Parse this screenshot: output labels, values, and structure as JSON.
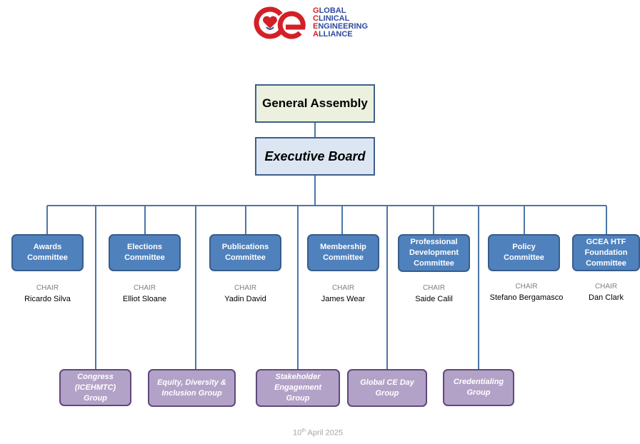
{
  "logo": {
    "mark": "ce",
    "lines": [
      "GLOBAL",
      "CLINICAL",
      "ENGINEERING",
      "ALLIANCE"
    ]
  },
  "general_assembly": "General Assembly",
  "executive_board": "Executive Board",
  "chair_label": "CHAIR",
  "committees": [
    {
      "name": "Awards Committee",
      "chair": "Ricardo Silva"
    },
    {
      "name": "Elections Committee",
      "chair": "Elliot Sloane"
    },
    {
      "name": "Publications Committee",
      "chair": "Yadin David"
    },
    {
      "name": "Membership Committee",
      "chair": "James Wear"
    },
    {
      "name": "Professional Development Committee",
      "chair": "Saide Calil"
    },
    {
      "name": "Policy Committee",
      "chair": "Stefano Bergamasco"
    },
    {
      "name": "GCEA HTF Foundation Committee",
      "chair": "Dan Clark"
    }
  ],
  "groups": [
    {
      "name": "Congress (ICEHMTC) Group"
    },
    {
      "name": "Equity, Diversity & Inclusion Group"
    },
    {
      "name": "Stakeholder Engagement Group"
    },
    {
      "name": "Global CE Day Group"
    },
    {
      "name": "Credentialing Group"
    }
  ],
  "footer": {
    "day": "10",
    "suffix": "th",
    "rest": " April 2025"
  },
  "colors": {
    "committee_fill": "#4f81bd",
    "group_fill": "#b3a2c7",
    "connector": "#4a76a8",
    "ga_fill": "#ebf1de",
    "eb_fill": "#dce6f2",
    "logo_red": "#d32027",
    "logo_blue": "#2e4a9e"
  }
}
